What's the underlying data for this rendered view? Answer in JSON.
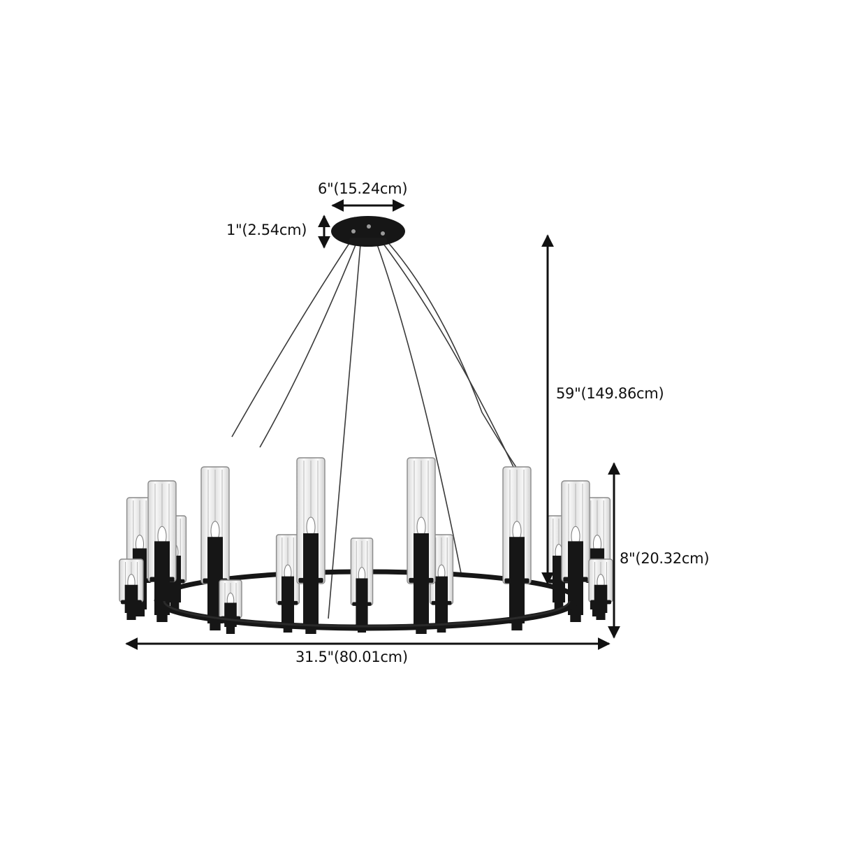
{
  "figure": {
    "subject": "chandelier-dimension-diagram",
    "colors": {
      "metal": "#161616",
      "glass_edge": "#8a8a8a",
      "glass_fill": "#f1f1f1",
      "arrow": "#111111",
      "background": "#ffffff"
    }
  },
  "dimensions": {
    "canopy_width": "6\"(15.24cm)",
    "canopy_height": "1\"(2.54cm)",
    "hanging_height": "59\"(149.86cm)",
    "body_height": "8\"(20.32cm)",
    "overall_width": "31.5\"(80.01cm)"
  },
  "lights": {
    "count": 16
  }
}
